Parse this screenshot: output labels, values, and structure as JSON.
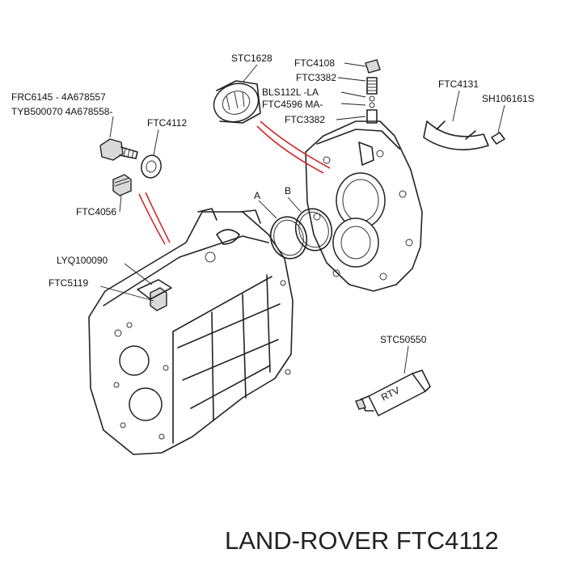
{
  "labels": {
    "stc1628": "STC1628",
    "ftc4108": "FTC4108",
    "ftc3382_top": "FTC3382",
    "bls112l": "BLS112L -LA",
    "ftc4596": "FTC4596 MA-",
    "ftc3382_mid": "FTC3382",
    "ftc4131": "FTC4131",
    "sh106161s": "SH106161S",
    "frc6145": "FRC6145 - 4A678557",
    "tyb500070": "TYB500070 4A678558-",
    "ftc4112": "FTC4112",
    "ftc4056": "FTC4056",
    "a": "A",
    "b": "B",
    "lyq100090": "LYQ100090",
    "ftc5119": "FTC5119",
    "stc50550": "STC50550",
    "rtv": "RTV"
  },
  "footer": {
    "brand_part": "LAND-ROVER FTC4112"
  },
  "colors": {
    "highlight_line": "#d42a2a",
    "line_art": "#222222",
    "background": "#ffffff"
  }
}
